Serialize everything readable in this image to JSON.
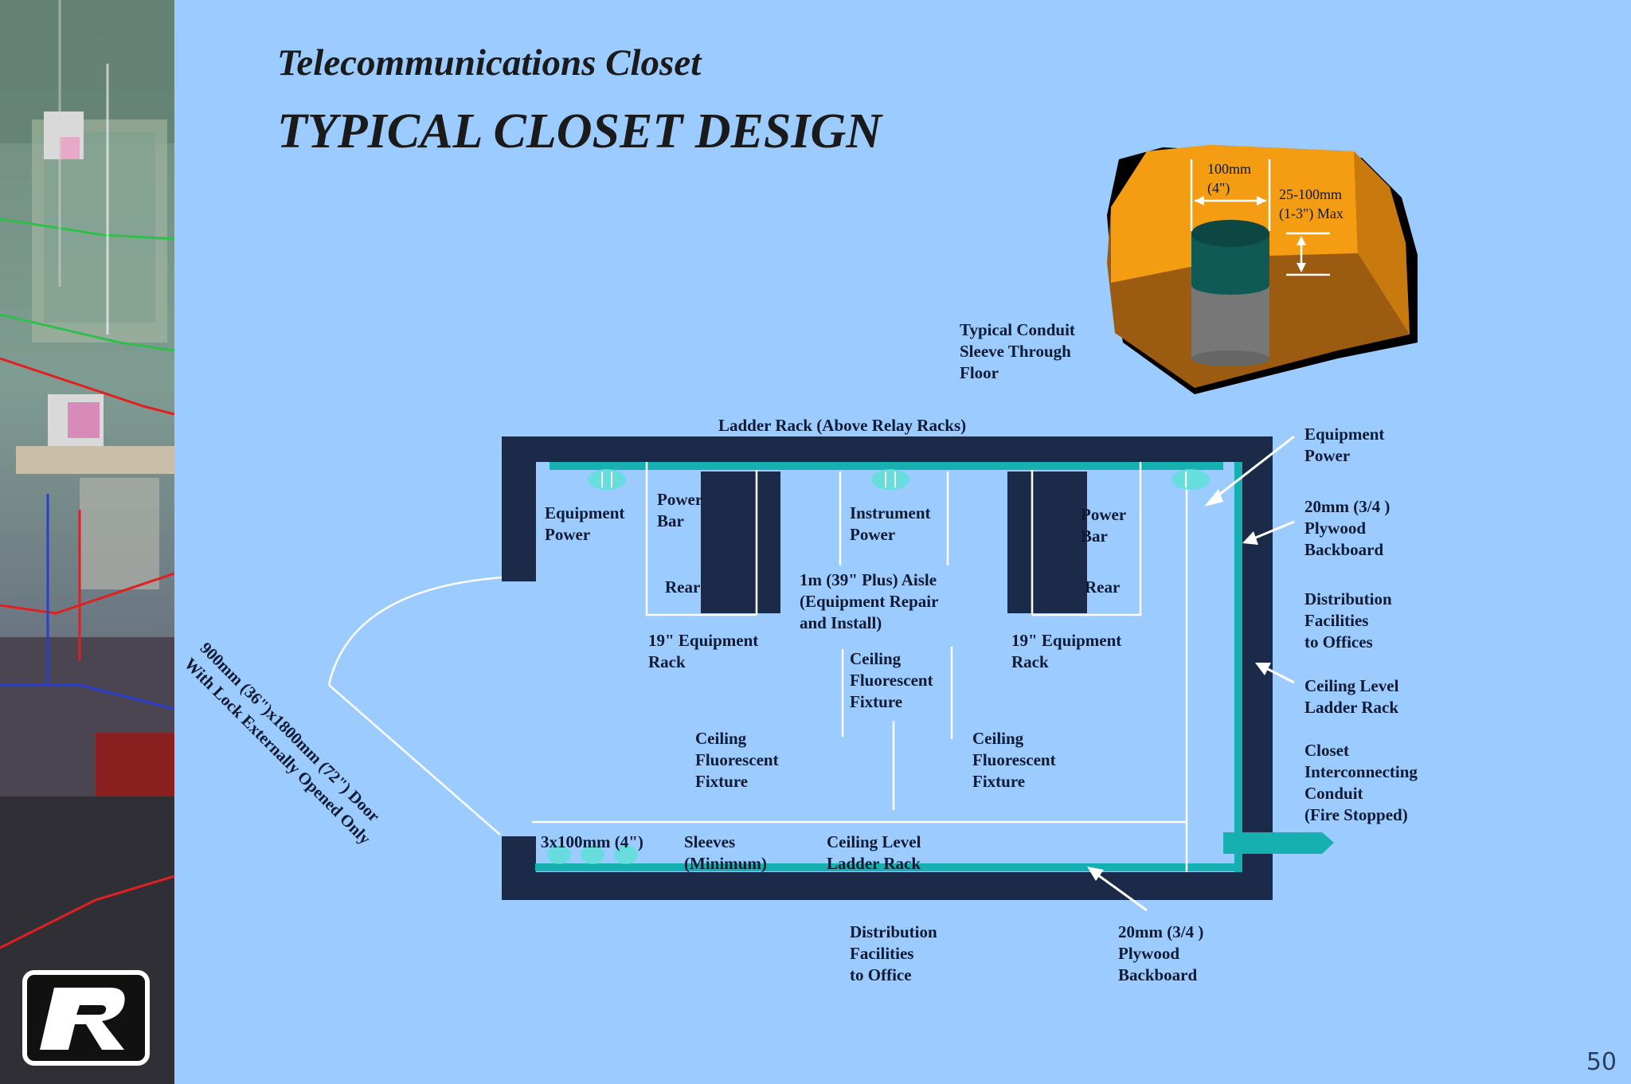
{
  "header": {
    "subtitle": "Telecommunications Closet",
    "title": "TYPICAL CLOSET DESIGN"
  },
  "page_number": "50",
  "colors": {
    "background": "#9ccbff",
    "wall": "#1b2a48",
    "teal": "#16b0b0",
    "orange": "#f59d12",
    "brown": "#9b5b10",
    "conduit_top": "#0f5a55",
    "conduit_body": "#777777"
  },
  "sleeve_detail": {
    "dim_diameter": "100mm\n(4\")",
    "dim_height": "25-100mm\n(1-3\") Max",
    "caption": "Typical Conduit\nSleeve Through\nFloor"
  },
  "labels": {
    "ladder_rack_top": "Ladder Rack (Above Relay Racks)",
    "equipment_power_left": "Equipment\nPower",
    "power_bar_left": "Power\nBar",
    "rear_left": "Rear",
    "instrument_power": "Instrument\nPower",
    "power_bar_right": "Power\nBar",
    "rear_right": "Rear",
    "aisle": "1m (39\" Plus) Aisle\n(Equipment Repair\nand Install)",
    "rack_left": "19\" Equipment\nRack",
    "rack_right": "19\" Equipment\nRack",
    "fixture_center": "Ceiling\nFluorescent\nFixture",
    "fixture_left": "Ceiling\nFluorescent\nFixture",
    "fixture_right": "Ceiling\nFluorescent\nFixture",
    "sleeves_size": "3x100mm (4\")",
    "sleeves_min": "Sleeves\n(Minimum)",
    "ladder_rack_bottom": "Ceiling Level\nLadder Rack",
    "dist_office": "Distribution\nFacilities\nto Office",
    "plywood_bottom": "20mm (3/4 )\nPlywood\nBackboard",
    "door": "900mm (36\")x1800mm (72\") Door\nWith Lock Externally Opened Only"
  },
  "right_labels": {
    "equipment_power": "Equipment\nPower",
    "plywood": "20mm (3/4 )\nPlywood\nBackboard",
    "distribution": "Distribution\nFacilities\nto Offices",
    "ladder_rack": "Ceiling Level\nLadder Rack",
    "conduit": "Closet\nInterconnecting\nConduit\n(Fire Stopped)"
  },
  "logo": {
    "icon": "r-logo"
  }
}
